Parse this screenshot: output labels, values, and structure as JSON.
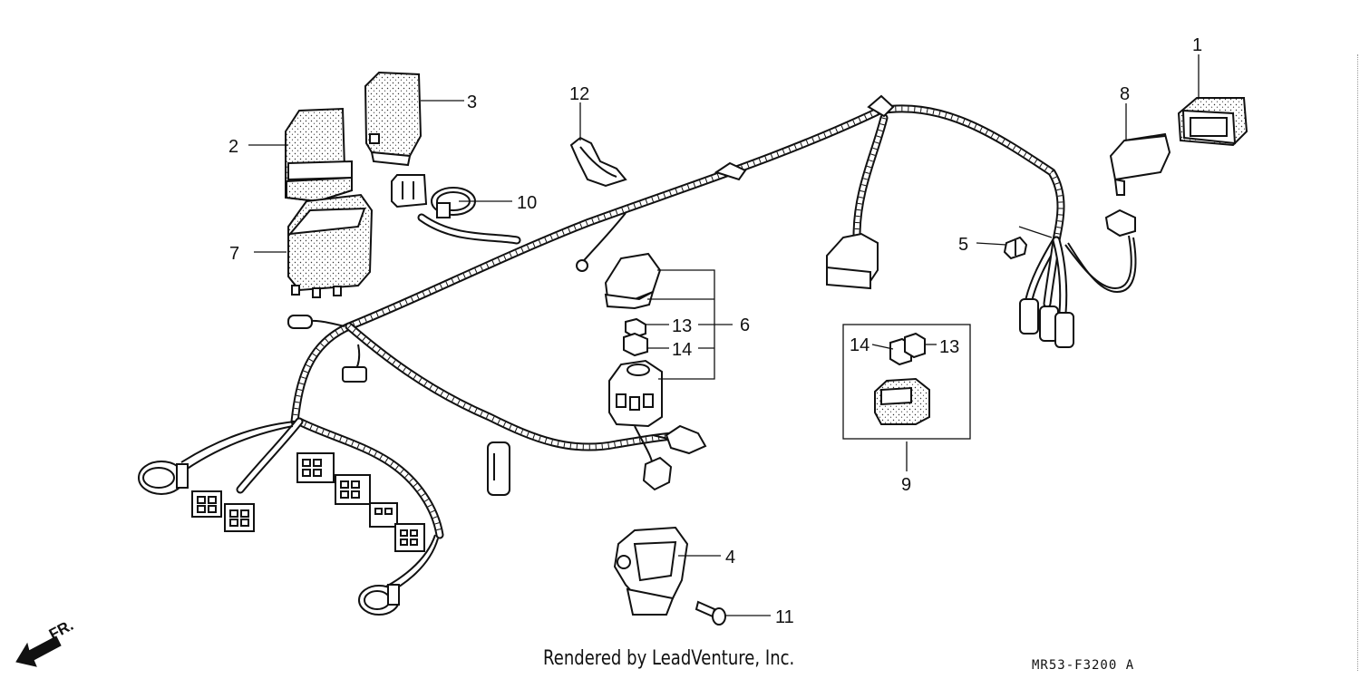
{
  "diagram": {
    "callouts": [
      "1",
      "2",
      "3",
      "4",
      "5",
      "6",
      "7",
      "8",
      "9",
      "10",
      "11",
      "12",
      "13",
      "14",
      "13",
      "14"
    ],
    "kit_9_labels": [
      "14",
      "13"
    ],
    "direction_label": "FR."
  },
  "footer": {
    "credit": "Rendered by LeadVenture, Inc.",
    "code": "MR53-F3200 A"
  }
}
